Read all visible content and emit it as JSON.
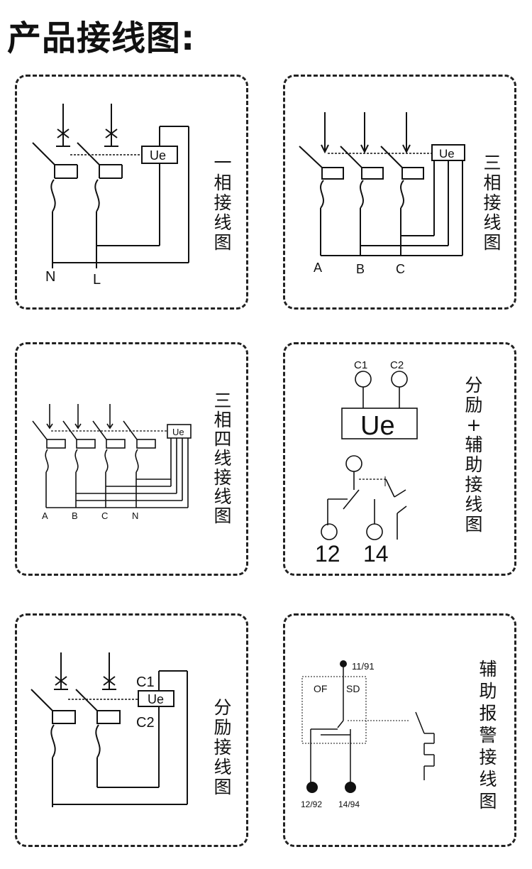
{
  "page": {
    "title": "产品接线图:"
  },
  "panels": {
    "single_phase": {
      "label_chars": [
        "一",
        "相",
        "接",
        "线",
        "图"
      ],
      "coil_label": "Ue",
      "terminals": [
        "N",
        "L"
      ]
    },
    "three_phase": {
      "label_chars": [
        "三",
        "相",
        "接",
        "线",
        "图"
      ],
      "coil_label": "Ue",
      "terminals": [
        "A",
        "B",
        "C"
      ]
    },
    "three_phase_four_wire": {
      "label_chars": [
        "三",
        "相",
        "四",
        "线",
        "接",
        "线",
        "图"
      ],
      "coil_label": "Ue",
      "terminals": [
        "A",
        "B",
        "C",
        "N"
      ]
    },
    "shunt_aux": {
      "label_chars": [
        "分",
        "励",
        "+",
        "辅",
        "助",
        "接",
        "线",
        "图"
      ],
      "coil_label": "Ue",
      "coil_terminals": [
        "C1",
        "C2"
      ],
      "aux_terminals": [
        "12",
        "14"
      ]
    },
    "shunt": {
      "label_chars": [
        "分",
        "励",
        "接",
        "线",
        "图"
      ],
      "coil_label": "Ue",
      "coil_terminals": [
        "C1",
        "C2"
      ]
    },
    "aux_alarm": {
      "label_chars": [
        "辅",
        "助",
        "报",
        "警",
        "接",
        "线",
        "图"
      ],
      "box_labels": [
        "OF",
        "SD"
      ],
      "common_terminal": "11/91",
      "terminals": [
        "12/92",
        "14/94"
      ]
    }
  }
}
